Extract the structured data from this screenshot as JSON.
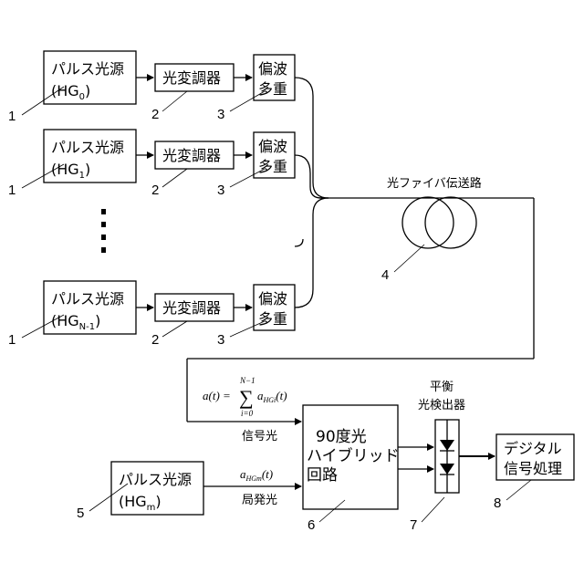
{
  "blocks": {
    "pulse_source": "パルス光源",
    "hg0": "(HG",
    "hg0_sub": "0",
    "hg1": "(HG",
    "hg1_sub": "1",
    "hgn": "(HG",
    "hgn_sub": "N-1",
    "hgm": "(HG",
    "hgm_sub": "m",
    "close_paren": ")",
    "modulator": "光変調器",
    "polmux_line1": "偏波",
    "polmux_line2": "多重",
    "hybrid_line1": "90度光",
    "hybrid_line2": "ハイブリッド",
    "hybrid_line3": "回路",
    "balanced_line1": "平衡",
    "balanced_line2": "光検出器",
    "dsp_line1": "デジタル",
    "dsp_line2": "信号処理"
  },
  "labels": {
    "fiber": "光ファイバ伝送路",
    "signal_light": "信号光",
    "local_light": "局発光",
    "ellipsis": "⋮"
  },
  "math": {
    "a_t": "a(t) =",
    "sum_upper": "N−1",
    "sum_sym": "∑",
    "sum_lower": "i=0",
    "a_hgi": "a",
    "a_hgi_sub": "HGi",
    "a_hgi_arg": "(t)",
    "a_hgm": "a",
    "a_hgm_sub": "HGm",
    "a_hgm_arg": "(t)"
  },
  "refs": {
    "r1": "1",
    "r2": "2",
    "r3": "3",
    "r4": "4",
    "r5": "5",
    "r6": "6",
    "r7": "7",
    "r8": "8"
  }
}
